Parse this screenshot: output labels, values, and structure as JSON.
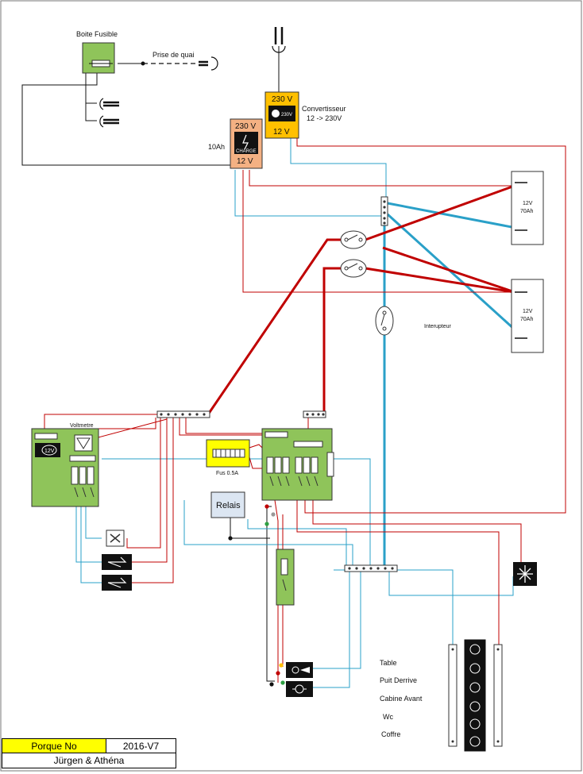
{
  "diagram": {
    "labels": {
      "fuse_box": "Boite Fusible",
      "shore_power": "Prise de quai",
      "inverter": "Convertisseur",
      "inverter_ratio": "12 -> 230V",
      "inverter_ac": "230 V",
      "inverter_dc": "12 V",
      "inverter_badge": "230V",
      "charger_rating": "10Ah",
      "charger_ac": "230 V",
      "charger_dc": "12 V",
      "charger_badge": "CHARGE",
      "battery1_voltage": "12V",
      "battery1_capacity": "70Ah",
      "battery2_voltage": "12V",
      "battery2_capacity": "70Ah",
      "switch": "Interupteur",
      "voltmeter": "Voltmetre",
      "panel_badge": "12V",
      "fuse": "Fus 0.5A",
      "relay": "Relais",
      "light_table": "Table",
      "light_well": "Puit Derrive",
      "light_cabin": "Cabine Avant",
      "light_wc": "Wc",
      "light_locker": "Coffre"
    },
    "colors": {
      "positive": "#c00000",
      "negative": "#2aa0c8",
      "panel": "#8fc45a",
      "inverter": "#ffc000",
      "charger": "#f4b183",
      "fuse": "#ffff00",
      "relay": "#dce6f2"
    }
  },
  "title_block": {
    "name": "Porque No",
    "version": "2016-V7",
    "authors": "Jürgen & Athéna"
  }
}
